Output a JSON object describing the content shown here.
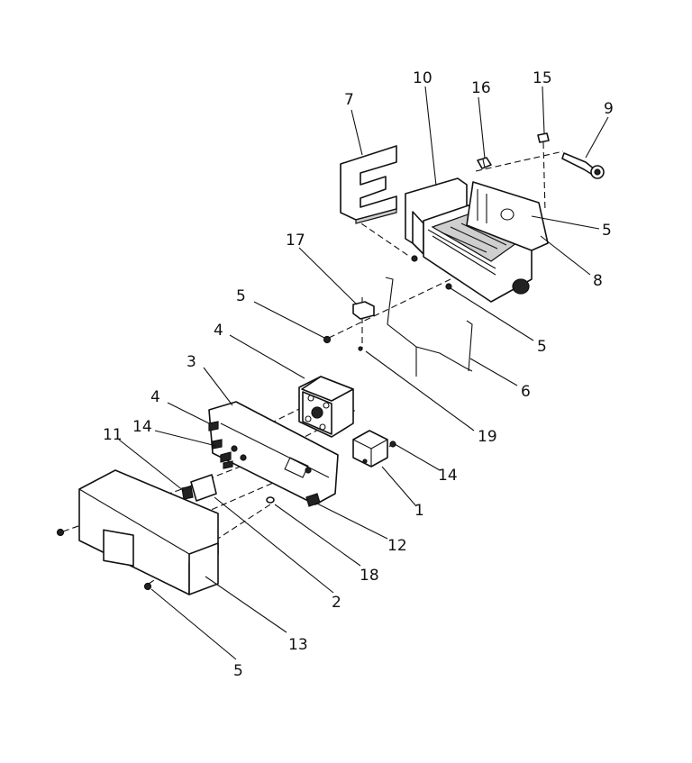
{
  "callouts": [
    {
      "label": "7"
    },
    {
      "label": "10"
    },
    {
      "label": "16"
    },
    {
      "label": "15"
    },
    {
      "label": "9"
    },
    {
      "label": "5"
    },
    {
      "label": "8"
    },
    {
      "label": "17"
    },
    {
      "label": "5"
    },
    {
      "label": "5"
    },
    {
      "label": "4"
    },
    {
      "label": "6"
    },
    {
      "label": "3"
    },
    {
      "label": "19"
    },
    {
      "label": "4"
    },
    {
      "label": "14"
    },
    {
      "label": "11"
    },
    {
      "label": "14"
    },
    {
      "label": "1"
    },
    {
      "label": "12"
    },
    {
      "label": "18"
    },
    {
      "label": "2"
    },
    {
      "label": "13"
    },
    {
      "label": "5"
    }
  ]
}
